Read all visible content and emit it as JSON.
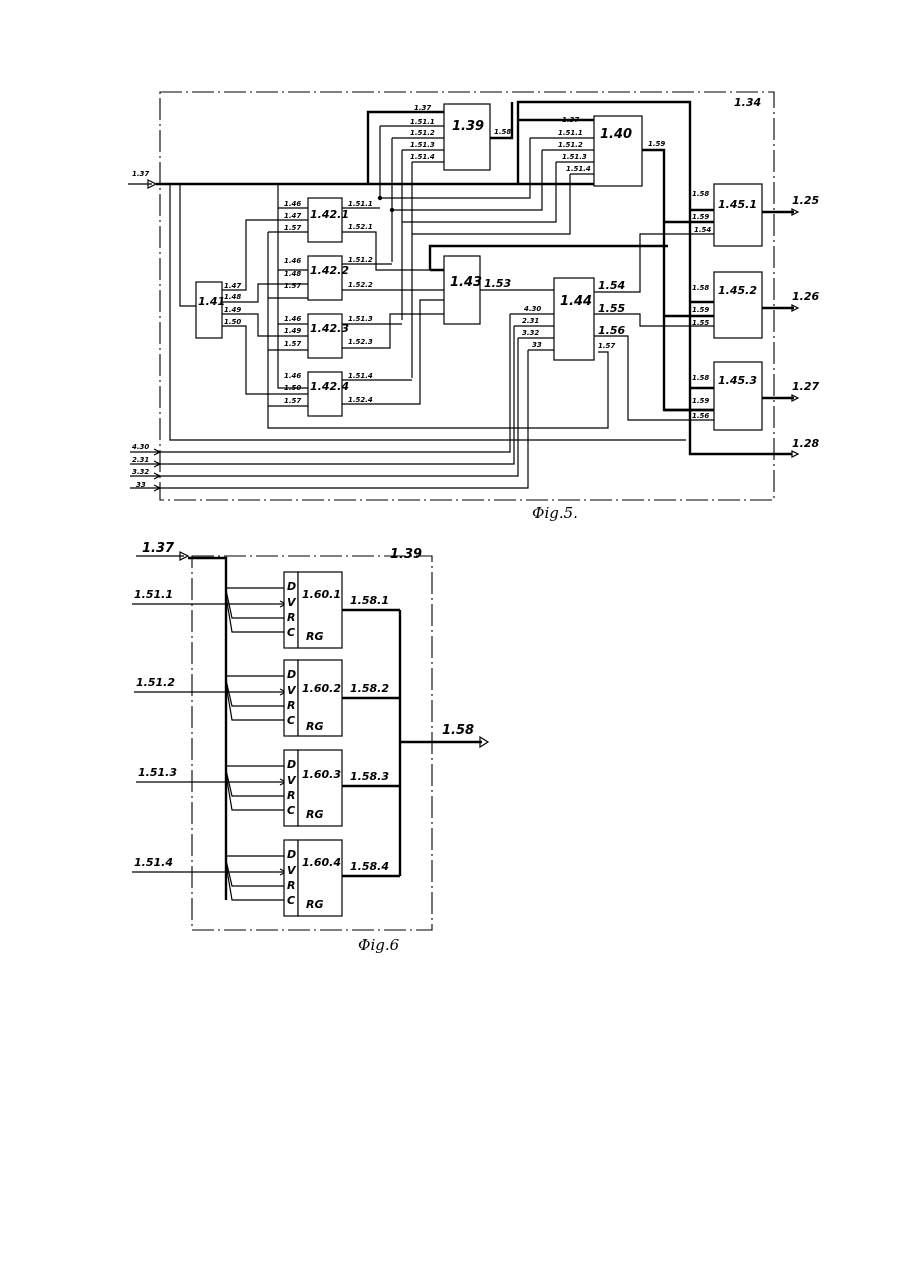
{
  "fig5": {
    "caption": "Фig.5.",
    "frame_label": "1.34",
    "blocks": {
      "b139": "1.39",
      "b140": "1.40",
      "b141": "1.41",
      "b1421": "1.42.1",
      "b1422": "1.42.2",
      "b1423": "1.42.3",
      "b1424": "1.42.4",
      "b143": "1.43",
      "b144": "1.44",
      "b1451": "1.45.1",
      "b1452": "1.45.2",
      "b1453": "1.45.3"
    },
    "inputs": {
      "in137": "1.37",
      "in430": "4.30",
      "in231": "2.31",
      "in332": "3.32",
      "in33": "33"
    },
    "outputs": {
      "o125": "1.25",
      "o126": "1.26",
      "o127": "1.27",
      "o128": "1.28"
    },
    "pins": {
      "p139_137": "1.37",
      "p139_511": "1.51.1",
      "p139_512": "1.51.2",
      "p139_513": "1.51.3",
      "p139_514": "1.51.4",
      "p139_out": "1.58",
      "p140_137": "1.37",
      "p140_511": "1.51.1",
      "p140_512": "1.51.2",
      "p140_513": "1.51.3",
      "p140_514": "1.51.4",
      "p140_out": "1.59",
      "p141_47": "1.47",
      "p141_48": "1.48",
      "p141_49": "1.49",
      "p141_50": "1.50",
      "p1421_46": "1.46",
      "p1421_47": "1.47",
      "p1421_57": "1.57",
      "p1421_o1": "1.51.1",
      "p1421_o2": "1.52.1",
      "p1422_46": "1.46",
      "p1422_48": "1.48",
      "p1422_57": "1.57",
      "p1422_o1": "1.51.2",
      "p1422_o2": "1.52.2",
      "p1423_46": "1.46",
      "p1423_49": "1.49",
      "p1423_57": "1.57",
      "p1423_o1": "1.51.3",
      "p1423_o2": "1.52.3",
      "p1424_46": "1.46",
      "p1424_50": "1.50",
      "p1424_57": "1.57",
      "p1424_o1": "1.51.4",
      "p1424_o2": "1.52.4",
      "p143_out": "1.53",
      "p144_430": "4.30",
      "p144_231": "2.31",
      "p144_332": "3.32",
      "p144_33": "33",
      "p144_54": "1.54",
      "p144_55": "1.55",
      "p144_56": "1.56",
      "p144_57": "1.57",
      "p1451_58": "1.58",
      "p1451_59": "1.59",
      "p1451_54": "1.54",
      "p1452_58": "1.58",
      "p1452_59": "1.59",
      "p1452_55": "1.55",
      "p1453_58": "1.58",
      "p1453_59": "1.59",
      "p1453_56": "1.56"
    }
  },
  "fig6": {
    "caption": "Фig.6",
    "frame_label": "1.39",
    "input_main": "1.37",
    "output": "1.58",
    "pin_letters": [
      "D",
      "V",
      "R",
      "C"
    ],
    "rg_label": "RG",
    "registers": [
      {
        "input": "1.51.1",
        "block": "1.60.1",
        "out": "1.58.1"
      },
      {
        "input": "1.51.2",
        "block": "1.60.2",
        "out": "1.58.2"
      },
      {
        "input": "1.51.3",
        "block": "1.60.3",
        "out": "1.58.3"
      },
      {
        "input": "1.51.4",
        "block": "1.60.4",
        "out": "1.58.4"
      }
    ]
  }
}
